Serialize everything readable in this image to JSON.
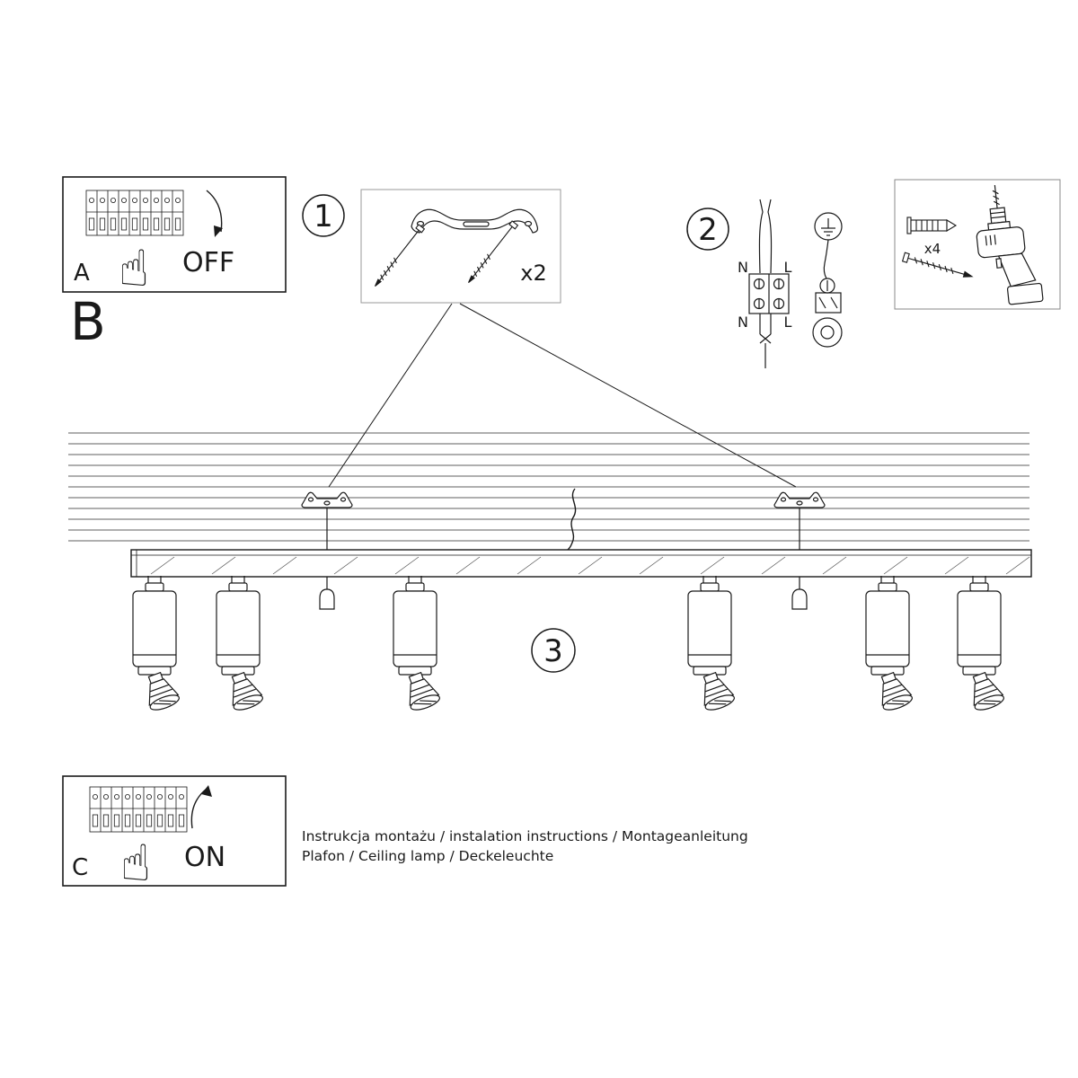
{
  "document": {
    "footer_line1": "Instrukcja montażu / instalation instructions / Montageanleitung",
    "footer_line2": "Plafon / Ceiling lamp / Deckeleuchte"
  },
  "panel_a": {
    "label": "A",
    "switch_state": "OFF"
  },
  "section_b": {
    "label": "B"
  },
  "step_1": {
    "number": "1",
    "quantity": "x2"
  },
  "step_2": {
    "number": "2",
    "wire_top_left": "N",
    "wire_top_right": "L",
    "wire_bottom_left": "N",
    "wire_bottom_right": "L"
  },
  "step_3": {
    "number": "3"
  },
  "tools": {
    "anchor_quantity": "x4"
  },
  "panel_c": {
    "label": "C",
    "switch_state": "ON"
  },
  "icons": {
    "hand_pointing_up": "☝"
  },
  "colors": {
    "ink": "#1a1a1a",
    "paper": "#ffffff"
  }
}
